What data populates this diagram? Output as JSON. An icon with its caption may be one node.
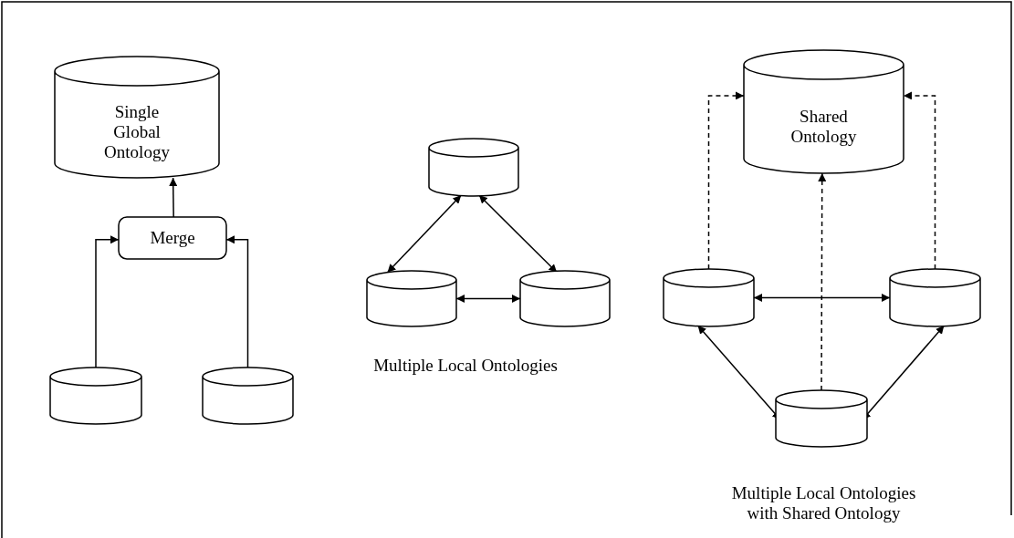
{
  "diagram": {
    "nodes": [
      {
        "text": [
          "Single Global Ontology"
        ]
      },
      {
        "text": [
          "Merge"
        ]
      },
      {
        "text": [],
        "shape": "cylinder"
      },
      {
        "text": [],
        "shape": "cylinder"
      },
      {
        "text": [],
        "shape": "cylinder"
      },
      {
        "text": [],
        "shape": "cylinder"
      },
      {
        "text": [],
        "shape": "cylinder"
      },
      {
        "text": [
          "Shared Ontology"
        ]
      },
      {
        "text": [],
        "shape": "cylinder"
      },
      {
        "text": [],
        "shape": "cylinder"
      },
      {
        "text": [],
        "shape": "cylinder"
      }
    ],
    "edges": [
      {
        "from": 1,
        "to": 0,
        "arrow": "to"
      },
      {
        "from": 2,
        "to": 1,
        "arrow": "to"
      },
      {
        "from": 3,
        "to": 1,
        "arrow": "to"
      },
      {
        "from": 4,
        "to": 5,
        "arrow": "both"
      },
      {
        "from": 4,
        "to": 6,
        "arrow": "both"
      },
      {
        "from": 5,
        "to": 6,
        "arrow": "both"
      },
      {
        "from": 8,
        "to": 7,
        "arrow": "to",
        "style": "dashed"
      },
      {
        "from": 9,
        "to": 7,
        "arrow": "to",
        "style": "dashed"
      },
      {
        "from": 10,
        "to": 7,
        "arrow": "to",
        "style": "dashed"
      },
      {
        "from": 8,
        "to": 9,
        "arrow": "both"
      },
      {
        "from": 8,
        "to": 10,
        "arrow": "both"
      },
      {
        "from": 9,
        "to": 10,
        "arrow": "both"
      }
    ],
    "labels": [
      "Multiple Local Ontologies",
      "Multiple Local Ontologies with Shared Ontology"
    ]
  }
}
